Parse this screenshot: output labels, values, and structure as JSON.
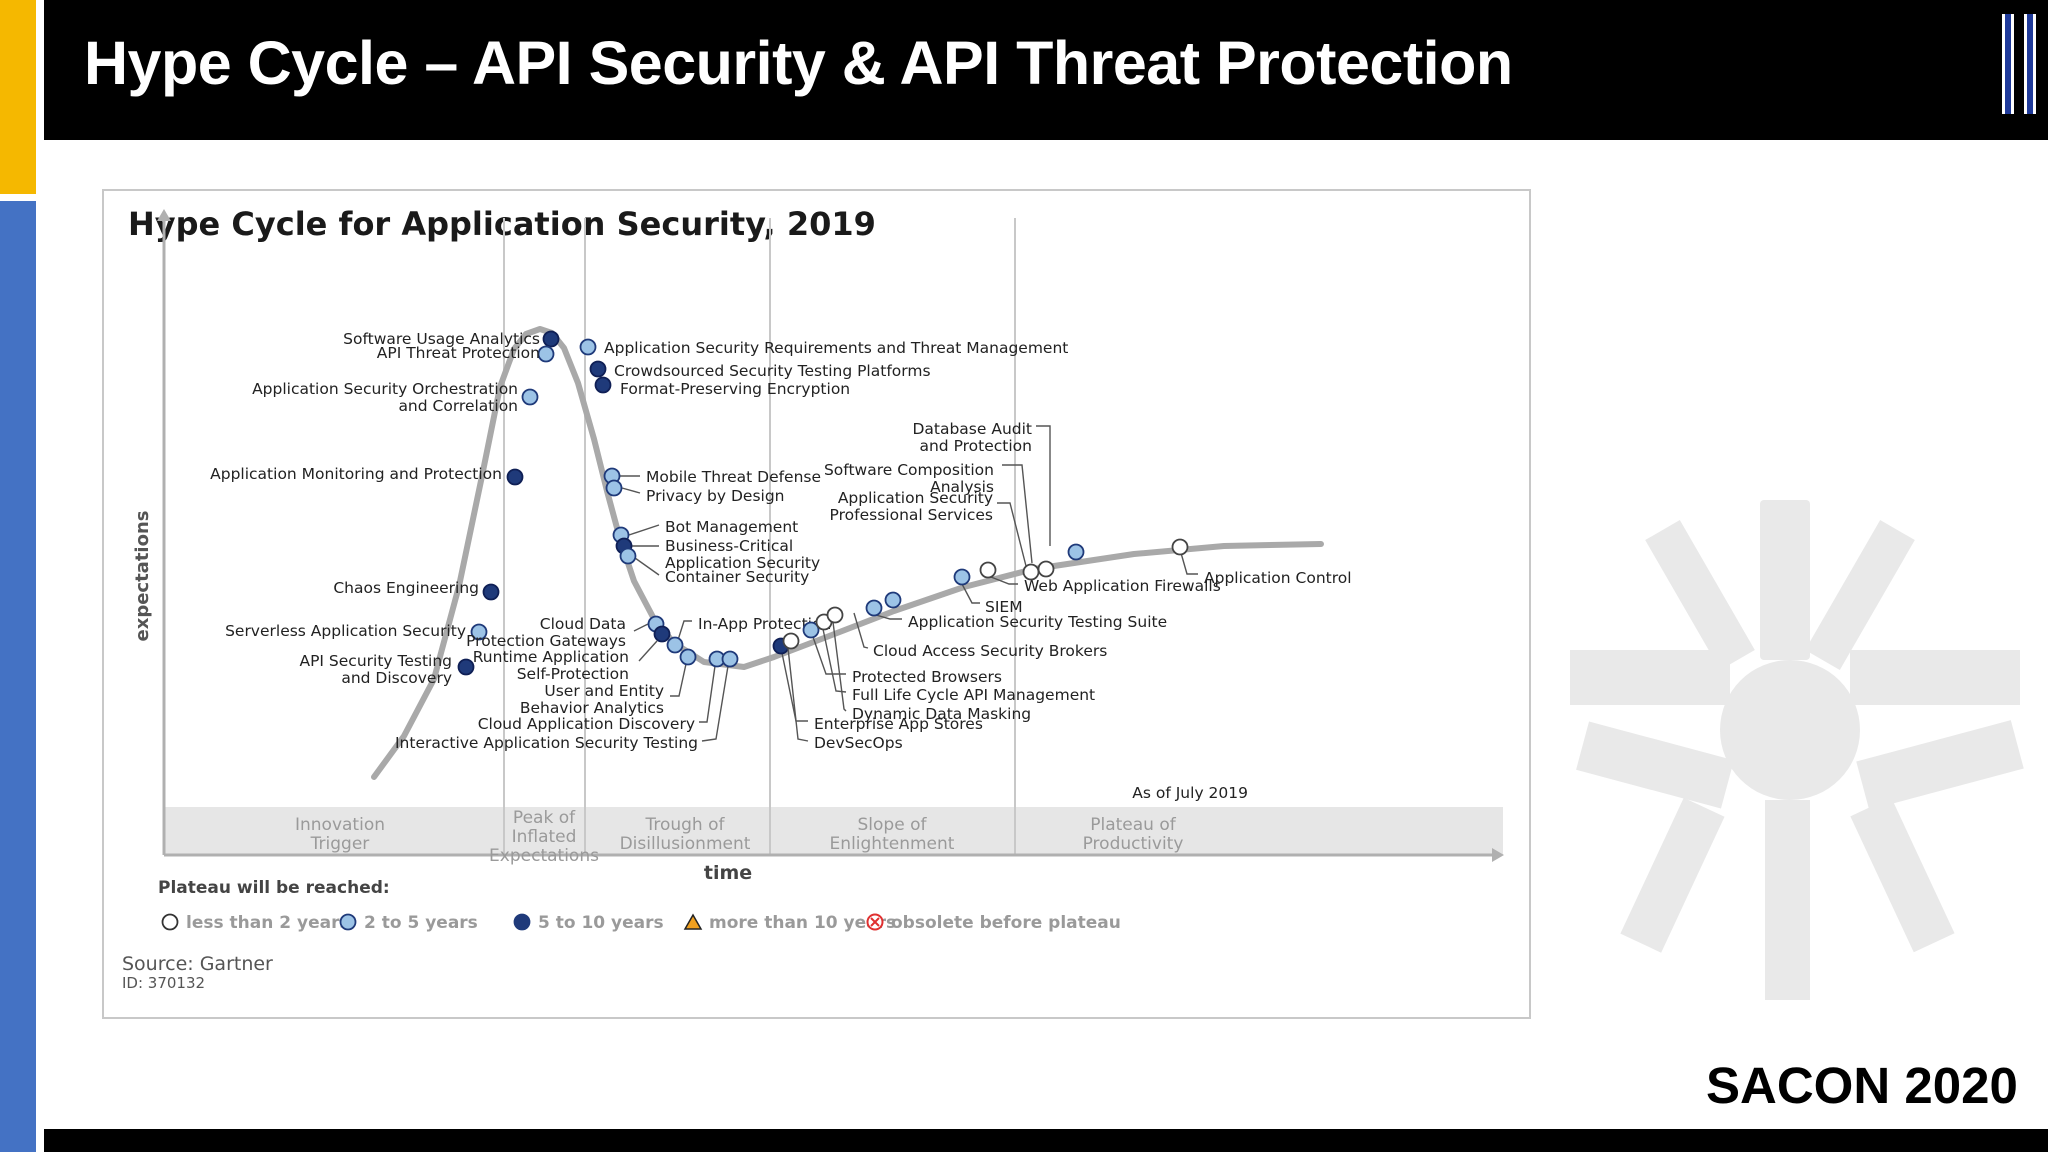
{
  "slide": {
    "title": "Hype Cycle – API Security & API Threat Protection",
    "footer_brand": "SACON 2020"
  },
  "figure": {
    "title": "Hype Cycle for Application Security, 2019",
    "y_axis_label": "expectations",
    "x_axis_label": "time",
    "as_of": "As of July 2019",
    "source": "Source: Gartner",
    "id": "ID: 370132",
    "phases": [
      {
        "lines": [
          "Innovation",
          "Trigger"
        ]
      },
      {
        "lines": [
          "Peak of",
          "Inflated",
          "Expectations"
        ]
      },
      {
        "lines": [
          "Trough of",
          "Disillusionment"
        ]
      },
      {
        "lines": [
          "Slope of",
          "Enlightenment"
        ]
      },
      {
        "lines": [
          "Plateau of",
          "Productivity"
        ]
      }
    ],
    "legend": {
      "title": "Plateau will be reached:",
      "items": [
        {
          "label": "less than 2 years",
          "marker": "open-circle",
          "color": "#ffffff"
        },
        {
          "label": "2 to 5 years",
          "marker": "light-circle",
          "color": "#9cc3e6"
        },
        {
          "label": "5 to 10 years",
          "marker": "dark-circle",
          "color": "#1f3a7a"
        },
        {
          "label": "more than 10 years",
          "marker": "triangle",
          "color": "#f0a020"
        },
        {
          "label": "obsolete before plateau",
          "marker": "x-circle",
          "color": "#e03030"
        }
      ]
    },
    "technologies": [
      {
        "lines": [
          "Software Usage Analytics"
        ],
        "plateau": "5 to 10 years"
      },
      {
        "lines": [
          "API Threat Protection"
        ],
        "plateau": "2 to 5 years"
      },
      {
        "lines": [
          "Application Security Orchestration",
          "and Correlation"
        ],
        "plateau": "2 to 5 years"
      },
      {
        "lines": [
          "Application Monitoring and Protection"
        ],
        "plateau": "5 to 10 years"
      },
      {
        "lines": [
          "Chaos Engineering"
        ],
        "plateau": "5 to 10 years"
      },
      {
        "lines": [
          "Serverless Application Security"
        ],
        "plateau": "2 to 5 years"
      },
      {
        "lines": [
          "API Security Testing",
          "and Discovery"
        ],
        "plateau": "5 to 10 years"
      },
      {
        "lines": [
          "Application Security Requirements and Threat Management"
        ],
        "plateau": "2 to 5 years"
      },
      {
        "lines": [
          "Crowdsourced Security Testing Platforms"
        ],
        "plateau": "5 to 10 years"
      },
      {
        "lines": [
          "Format-Preserving Encryption"
        ],
        "plateau": "5 to 10 years"
      },
      {
        "lines": [
          "Mobile Threat Defense"
        ],
        "plateau": "2 to 5 years"
      },
      {
        "lines": [
          "Privacy by Design"
        ],
        "plateau": "2 to 5 years"
      },
      {
        "lines": [
          "Bot Management"
        ],
        "plateau": "2 to 5 years"
      },
      {
        "lines": [
          "Business-Critical",
          "Application Security"
        ],
        "plateau": "5 to 10 years"
      },
      {
        "lines": [
          "Container Security"
        ],
        "plateau": "2 to 5 years"
      },
      {
        "lines": [
          "Cloud Data",
          "Protection Gateways"
        ],
        "plateau": "2 to 5 years"
      },
      {
        "lines": [
          "Runtime Application",
          "Self-Protection"
        ],
        "plateau": "5 to 10 years"
      },
      {
        "lines": [
          "In-App Protection"
        ],
        "plateau": "2 to 5 years"
      },
      {
        "lines": [
          "User and Entity",
          "Behavior Analytics"
        ],
        "plateau": "2 to 5 years"
      },
      {
        "lines": [
          "Cloud Application Discovery"
        ],
        "plateau": "2 to 5 years"
      },
      {
        "lines": [
          "Interactive Application Security Testing"
        ],
        "plateau": "2 to 5 years"
      },
      {
        "lines": [
          "Enterprise App Stores"
        ],
        "plateau": "5 to 10 years"
      },
      {
        "lines": [
          "DevSecOps"
        ],
        "plateau": "less than 2 years"
      },
      {
        "lines": [
          "Protected Browsers"
        ],
        "plateau": "2 to 5 years"
      },
      {
        "lines": [
          "Full Life Cycle API Management"
        ],
        "plateau": "less than 2 years"
      },
      {
        "lines": [
          "Dynamic Data Masking"
        ],
        "plateau": "less than 2 years"
      },
      {
        "lines": [
          "Application Security Testing Suite"
        ],
        "plateau": "2 to 5 years"
      },
      {
        "lines": [
          "Cloud Access Security Brokers"
        ],
        "plateau": "2 to 5 years"
      },
      {
        "lines": [
          "SIEM"
        ],
        "plateau": "2 to 5 years"
      },
      {
        "lines": [
          "Web Application Firewalls"
        ],
        "plateau": "less than 2 years"
      },
      {
        "lines": [
          "Software Composition",
          "Analysis"
        ],
        "plateau": "less than 2 years"
      },
      {
        "lines": [
          "Application Security",
          "Professional Services"
        ],
        "plateau": "less than 2 years"
      },
      {
        "lines": [
          "Database Audit",
          "and Protection"
        ],
        "plateau": "2 to 5 years"
      },
      {
        "lines": [
          "Application Control"
        ],
        "plateau": "less than 2 years"
      }
    ]
  }
}
